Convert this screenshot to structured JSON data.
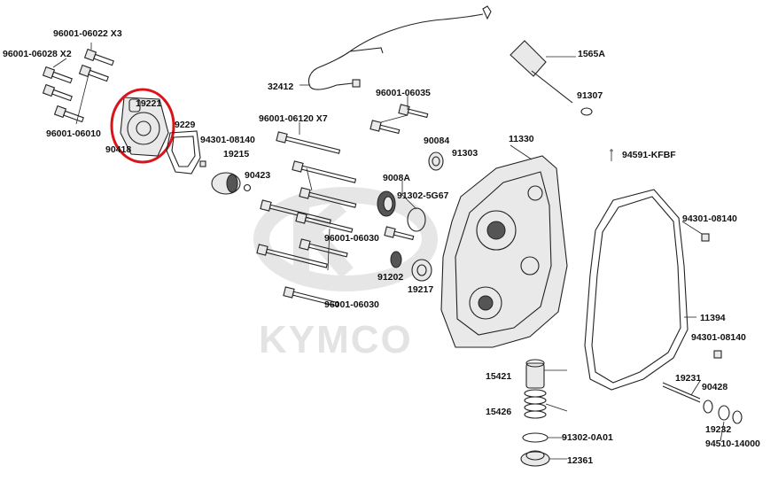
{
  "watermark": {
    "brand": "KYMCO"
  },
  "highlight": {
    "color": "#d9141b",
    "target": "19221"
  },
  "labels": {
    "p96001_06022": "96001-06022 X3",
    "p96001_06028": "96001-06028 X2",
    "p96001_06010": "96001-06010",
    "p90418": "90418",
    "p19221": "19221",
    "p9229": "9229",
    "p94301_08140_a": "94301-08140",
    "p19215": "19215",
    "p90423": "90423",
    "p32412": "32412",
    "p96001_06120": "96001-06120 X7",
    "p96001_06035": "96001-06035",
    "p90084": "90084",
    "p91303": "91303",
    "p11330": "11330",
    "p1565A": "1565A",
    "p91307": "91307",
    "p94591": "94591-KFBF",
    "p9008A": "9008A",
    "p91302_5G67": "91302-5G67",
    "p96001_06030_a": "96001-06030",
    "p91202": "91202",
    "p19217": "19217",
    "p96001_06030_b": "96001-06030",
    "p94301_08140_b": "94301-08140",
    "p11394": "11394",
    "p94301_08140_c": "94301-08140",
    "p15421": "15421",
    "p15426": "15426",
    "p91302_0A01": "91302-0A01",
    "p12361": "12361",
    "p19231": "19231",
    "p90428": "90428",
    "p19232": "19232",
    "p94510_14000": "94510-14000"
  }
}
